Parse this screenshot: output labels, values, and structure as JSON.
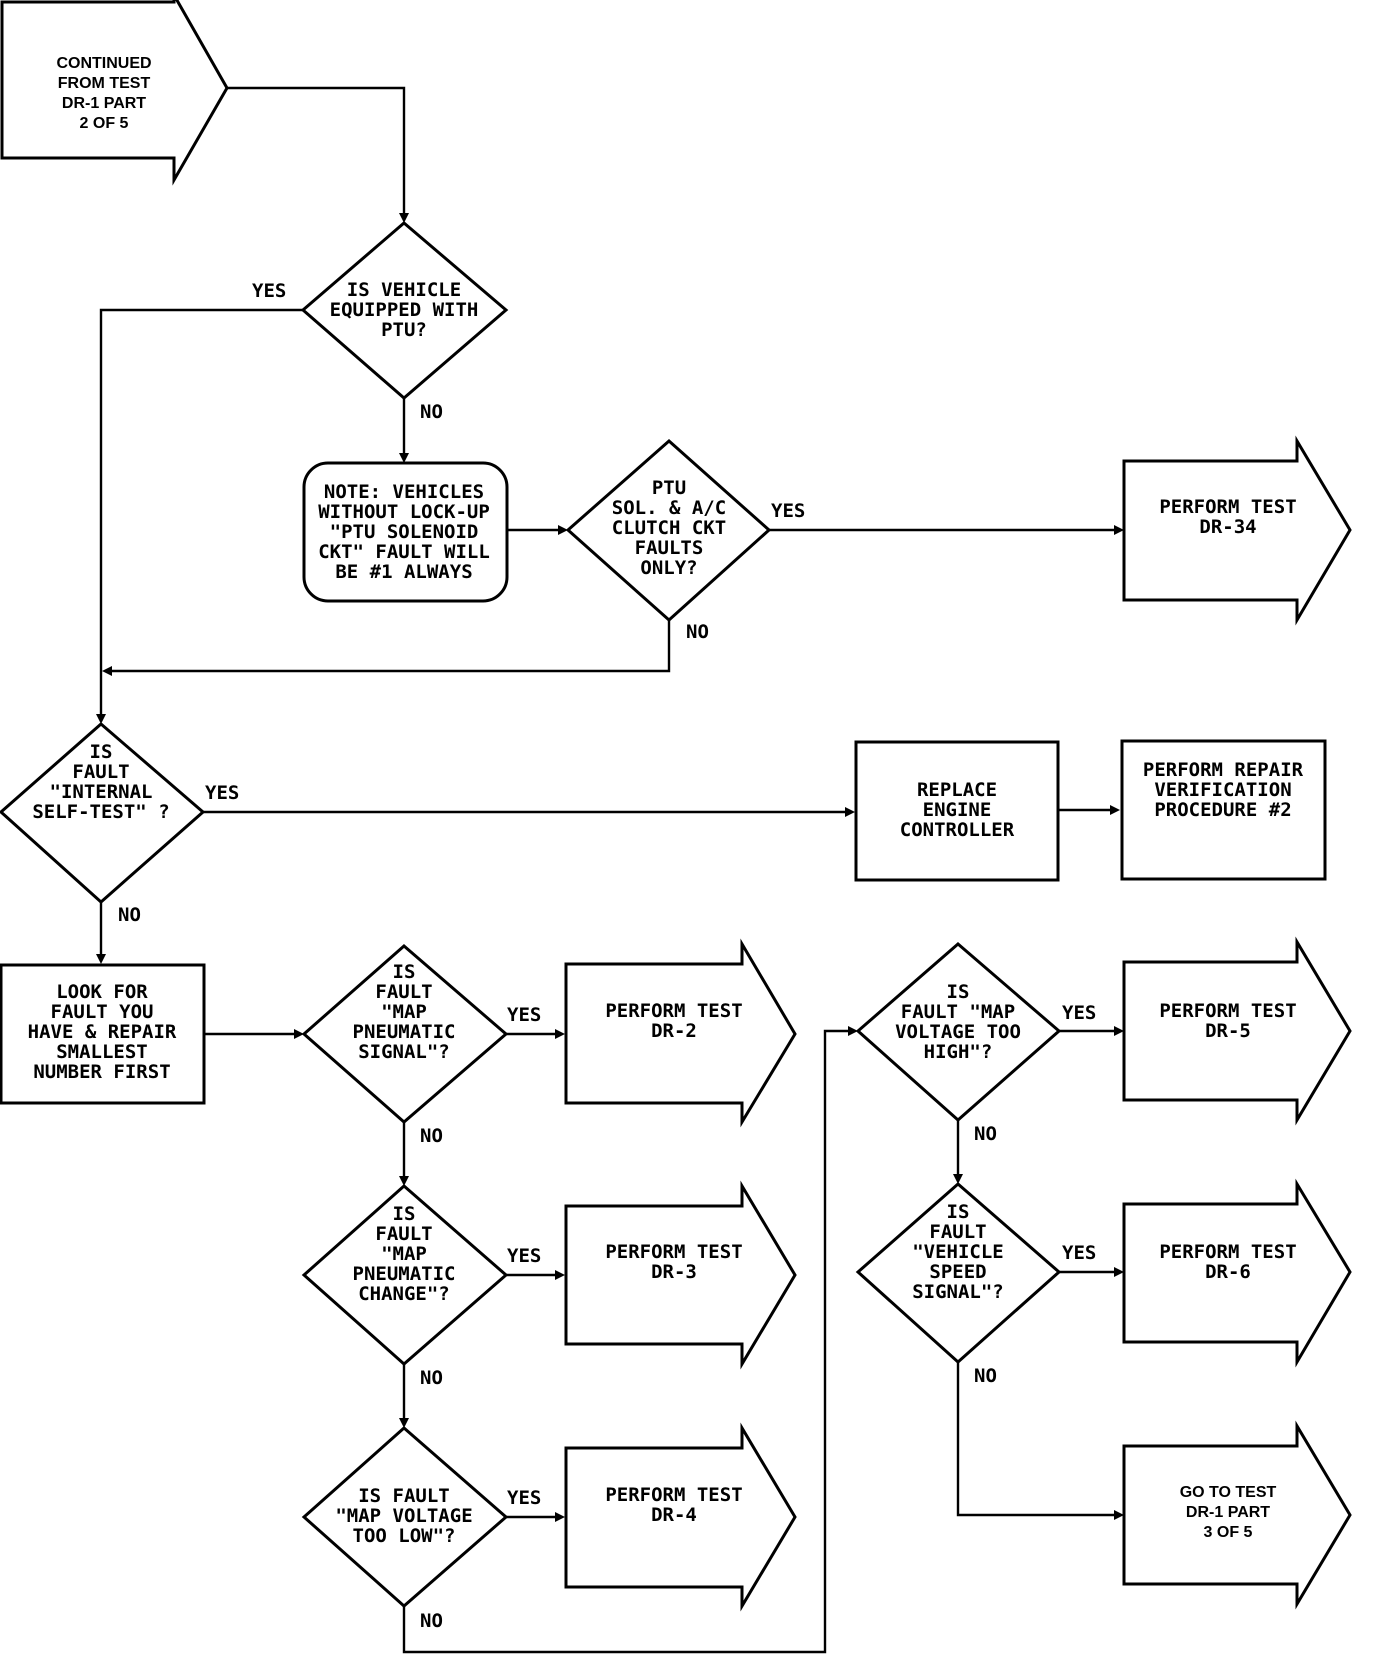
{
  "nodes": {
    "start": [
      "CONTINUED",
      "FROM TEST",
      "DR-1 PART",
      "2 OF 5"
    ],
    "d_ptu_equipped": [
      "IS VEHICLE",
      "EQUIPPED WITH",
      "PTU?"
    ],
    "note_lockup": [
      "NOTE: VEHICLES",
      "WITHOUT LOCK-UP",
      "\"PTU SOLENOID",
      "CKT\" FAULT WILL",
      "BE #1 ALWAYS"
    ],
    "d_ptu_faults": [
      "PTU",
      "SOL. & A/C",
      "CLUTCH CKT",
      "FAULTS",
      "ONLY?"
    ],
    "perform_dr34": [
      "PERFORM TEST",
      "DR-34"
    ],
    "d_internal": [
      "IS",
      "FAULT",
      "\"INTERNAL",
      "SELF-TEST\" ?"
    ],
    "replace_controller": [
      "REPLACE",
      "ENGINE",
      "CONTROLLER"
    ],
    "repair_verification": [
      "PERFORM REPAIR",
      "VERIFICATION",
      "PROCEDURE #2"
    ],
    "look_for_fault": [
      "LOOK FOR",
      "FAULT YOU",
      "HAVE & REPAIR",
      "SMALLEST",
      "NUMBER FIRST"
    ],
    "d_map_signal": [
      "IS",
      "FAULT",
      "\"MAP",
      "PNEUMATIC",
      "SIGNAL\"?"
    ],
    "perform_dr2": [
      "PERFORM TEST",
      "DR-2"
    ],
    "d_map_change": [
      "IS",
      "FAULT",
      "\"MAP",
      "PNEUMATIC",
      "CHANGE\"?"
    ],
    "perform_dr3": [
      "PERFORM TEST",
      "DR-3"
    ],
    "d_map_low": [
      "IS FAULT",
      "\"MAP VOLTAGE",
      "TOO LOW\"?"
    ],
    "perform_dr4": [
      "PERFORM TEST",
      "DR-4"
    ],
    "d_map_high": [
      "IS",
      "FAULT \"MAP",
      "VOLTAGE TOO",
      "HIGH\"?"
    ],
    "perform_dr5": [
      "PERFORM TEST",
      "DR-5"
    ],
    "d_speed": [
      "IS",
      "FAULT",
      "\"VEHICLE",
      "SPEED",
      "SIGNAL\"?"
    ],
    "perform_dr6": [
      "PERFORM TEST",
      "DR-6"
    ],
    "goto_part3": [
      "GO TO TEST",
      "DR-1 PART",
      "3 OF 5"
    ]
  },
  "edge_labels": {
    "yes": "YES",
    "no": "NO"
  },
  "edges": [
    {
      "from": "start",
      "to": "d_ptu_equipped"
    },
    {
      "from": "d_ptu_equipped",
      "to": "d_internal",
      "label": "YES"
    },
    {
      "from": "d_ptu_equipped",
      "to": "note_lockup",
      "label": "NO"
    },
    {
      "from": "note_lockup",
      "to": "d_ptu_faults"
    },
    {
      "from": "d_ptu_faults",
      "to": "perform_dr34",
      "label": "YES"
    },
    {
      "from": "d_ptu_faults",
      "to": "d_internal",
      "label": "NO"
    },
    {
      "from": "d_internal",
      "to": "replace_controller",
      "label": "YES"
    },
    {
      "from": "replace_controller",
      "to": "repair_verification"
    },
    {
      "from": "d_internal",
      "to": "look_for_fault",
      "label": "NO"
    },
    {
      "from": "look_for_fault",
      "to": "d_map_signal"
    },
    {
      "from": "d_map_signal",
      "to": "perform_dr2",
      "label": "YES"
    },
    {
      "from": "d_map_signal",
      "to": "d_map_change",
      "label": "NO"
    },
    {
      "from": "d_map_change",
      "to": "perform_dr3",
      "label": "YES"
    },
    {
      "from": "d_map_change",
      "to": "d_map_low",
      "label": "NO"
    },
    {
      "from": "d_map_low",
      "to": "perform_dr4",
      "label": "YES"
    },
    {
      "from": "d_map_low",
      "to": "d_map_high",
      "label": "NO"
    },
    {
      "from": "d_map_high",
      "to": "perform_dr5",
      "label": "YES"
    },
    {
      "from": "d_map_high",
      "to": "d_speed",
      "label": "NO"
    },
    {
      "from": "d_speed",
      "to": "perform_dr6",
      "label": "YES"
    },
    {
      "from": "d_speed",
      "to": "goto_part3",
      "label": "NO"
    }
  ]
}
